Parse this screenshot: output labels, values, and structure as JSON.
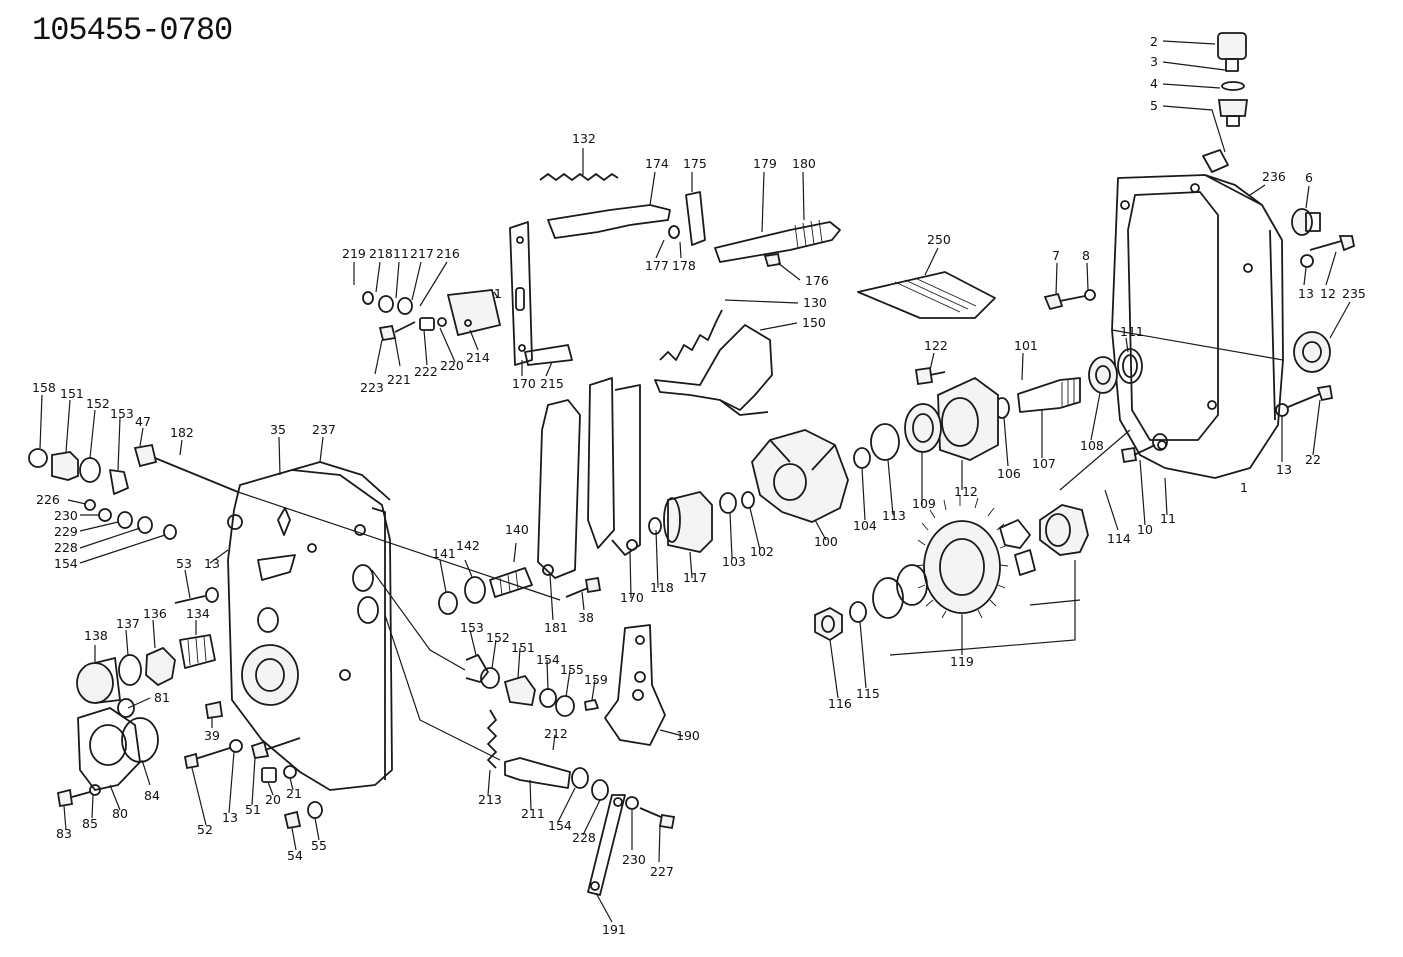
{
  "title": "105455-0780",
  "labels": {
    "l2": "2",
    "l3": "3",
    "l4": "4",
    "l5": "5",
    "l236": "236",
    "l6": "6",
    "l7": "7",
    "l8": "8",
    "l13a": "13",
    "l12": "12",
    "l235": "235",
    "l250": "250",
    "l132": "132",
    "l174": "174",
    "l175": "175",
    "l179": "179",
    "l180": "180",
    "l177": "177",
    "l178": "178",
    "l176": "176",
    "l130": "130",
    "l150": "150",
    "l219": "219",
    "l218": "218",
    "l11a": "11",
    "l217": "217",
    "l216": "216",
    "l1": "1",
    "l214": "214",
    "l220": "220",
    "l222": "222",
    "l221": "221",
    "l223": "223",
    "l170a": "170",
    "l215": "215",
    "l122": "122",
    "l101": "101",
    "l111": "111",
    "l158": "158",
    "l151a": "151",
    "l152a": "152",
    "l153a": "153",
    "l47": "47",
    "l182": "182",
    "l35": "35",
    "l237": "237",
    "l226": "226",
    "l230a": "230",
    "l229": "229",
    "l228a": "228",
    "l154a": "154",
    "l13b": "13",
    "l53": "53",
    "l141": "141",
    "l142": "142",
    "l140": "140",
    "l138": "138",
    "l137": "137",
    "l136": "136",
    "l134": "134",
    "l38": "38",
    "l181": "181",
    "l170b": "170",
    "l118": "118",
    "l117": "117",
    "l103": "103",
    "l102": "102",
    "l100": "100",
    "l104": "104",
    "l113": "113",
    "l109": "109",
    "l112": "112",
    "l106": "106",
    "l107": "107",
    "l108": "108",
    "l13c": "13",
    "l22": "22",
    "l114": "114",
    "l10": "10",
    "l11b": "11",
    "l1b": "1",
    "l81": "81",
    "l39": "39",
    "l153b": "153",
    "l152b": "152",
    "l151b": "151",
    "l154b": "154",
    "l155": "155",
    "l159": "159",
    "l190": "190",
    "l212": "212",
    "l119": "119",
    "l116": "116",
    "l115": "115",
    "l84": "84",
    "l80": "80",
    "l85": "85",
    "l83": "83",
    "l52": "52",
    "l13d": "13",
    "l51": "51",
    "l20": "20",
    "l21": "21",
    "l54": "54",
    "l55": "55",
    "l213": "213",
    "l211": "211",
    "l154c": "154",
    "l228b": "228",
    "l230b": "230",
    "l227": "227",
    "l191": "191"
  }
}
